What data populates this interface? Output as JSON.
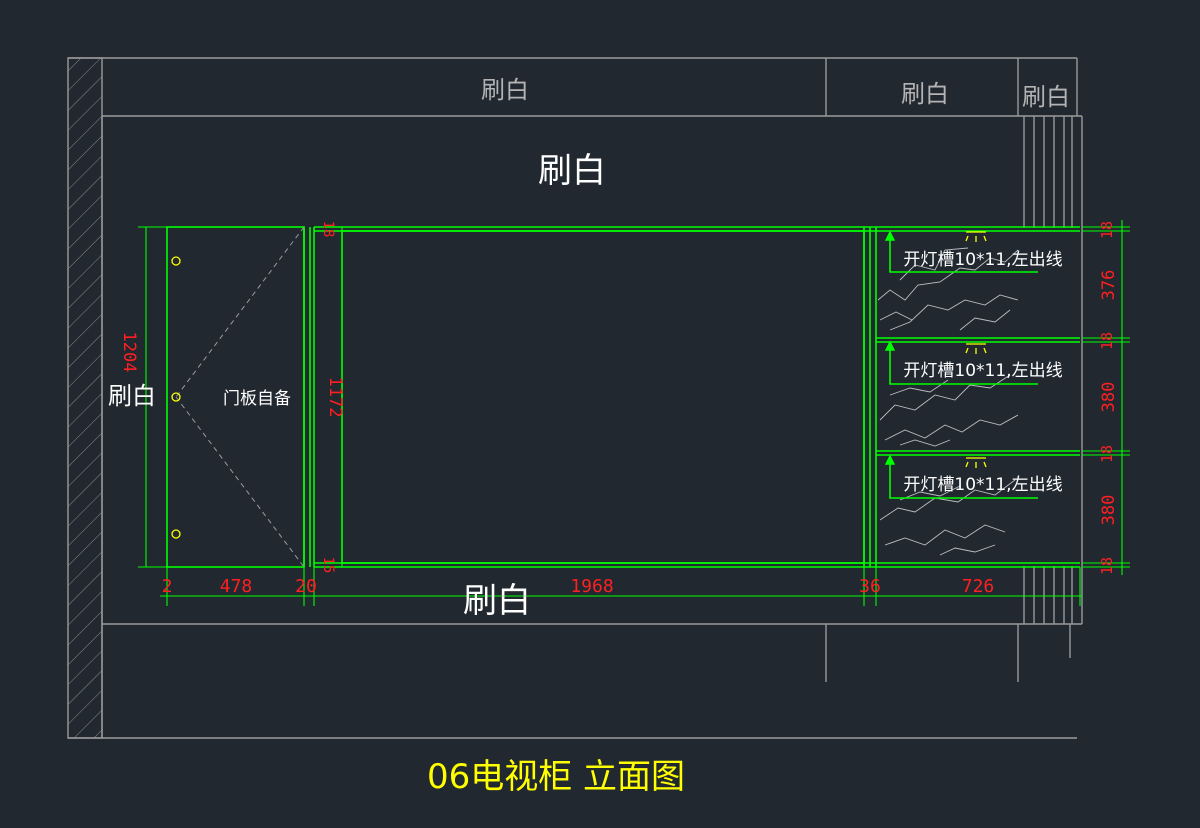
{
  "drawing": {
    "title": "06电视柜  立面图",
    "labels": {
      "top_left": "刷白",
      "top_mid": "刷白",
      "top_right": "刷白",
      "wall_center": "刷白",
      "left_side": "刷白",
      "bottom_center": "刷白",
      "door_panel_note": "门板自备"
    },
    "shelf_notes": [
      "开灯槽10*11,左出线",
      "开灯槽10*11,左出线",
      "开灯槽10*11,左出线"
    ],
    "dimensions": {
      "bottom": [
        "2",
        "478",
        "20",
        "1968",
        "36",
        "726"
      ],
      "right": [
        "18",
        "376",
        "18",
        "380",
        "18",
        "380",
        "18"
      ],
      "left_height": "1204",
      "center_height": "1172",
      "center_top": "18",
      "center_bottom": "15"
    },
    "colors": {
      "background": "#212830",
      "cabinet": "#00ff00",
      "dimension": "#ff2020",
      "title": "#ffff00",
      "wall_lines": "#9a9a9a"
    }
  }
}
